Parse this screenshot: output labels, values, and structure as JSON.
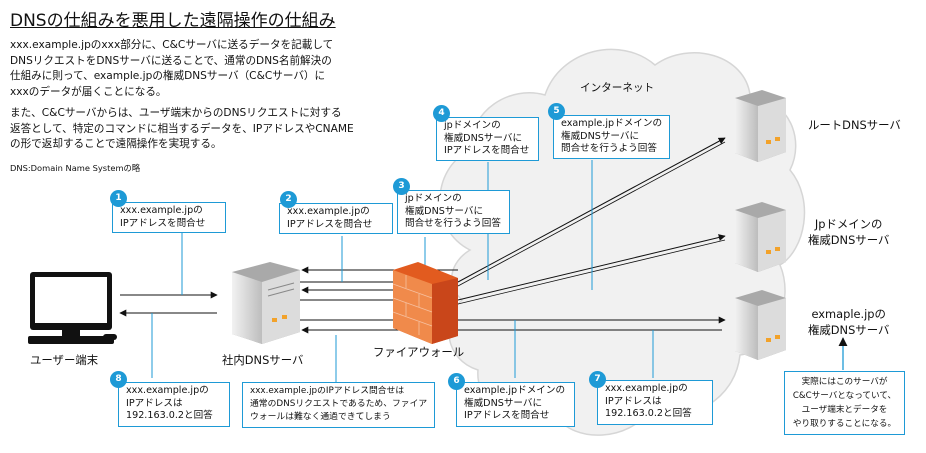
{
  "title": "DNSの仕組みを悪用した遠隔操作の仕組み",
  "paragraph1": [
    "xxx.example.jpのxxx部分に、C&Cサーバに送るデータを記載して",
    "DNSリクエストをDNSサーバに送ることで、通常のDNS名前解決の",
    "仕組みに則って、example.jpの権威DNSサーバ（C&Cサーバ）に",
    "xxxのデータが届くことになる。"
  ],
  "paragraph2": [
    "また、C&Cサーバからは、ユーザ端末からのDNSリクエストに対する",
    "返答として、特定のコマンドに相当するデータを、IPアドレスやCNAME",
    "の形で返却することで遠隔操作を実現する。"
  ],
  "footnote": "DNS:Domain Name Systemの略",
  "internet_label": "インターネット",
  "nodes": {
    "user": "ユーザー端末",
    "internal_dns": "社内DNSサーバ",
    "firewall": "ファイアウォール",
    "root_dns": "ルートDNSサーバ",
    "jp_dns": [
      "Jpドメインの",
      "権威DNSサーバ"
    ],
    "example_dns": [
      "exmaple.jpの",
      "権威DNSサーバ"
    ]
  },
  "steps": [
    {
      "num": "1",
      "lines": [
        "xxx.example.jpの",
        "IPアドレスを問合せ"
      ]
    },
    {
      "num": "2",
      "lines": [
        "xxx.example.jpの",
        "IPアドレスを問合せ"
      ]
    },
    {
      "num": "3",
      "lines": [
        "jpドメインの",
        "権威DNSサーバに",
        "問合せを行うよう回答"
      ]
    },
    {
      "num": "4",
      "lines": [
        "jpドメインの",
        "権威DNSサーバに",
        "IPアドレスを問合せ"
      ]
    },
    {
      "num": "5",
      "lines": [
        "example.jpドメインの",
        "権威DNSサーバに",
        "問合せを行うよう回答"
      ]
    },
    {
      "num": "6",
      "lines": [
        "example.jpドメインの",
        "権威DNSサーバに",
        "IPアドレスを問合せ"
      ]
    },
    {
      "num": "7",
      "lines": [
        "xxx.example.jpの",
        "IPアドレスは",
        "192.163.0.2と回答"
      ]
    },
    {
      "num": "8",
      "lines": [
        "xxx.example.jpの",
        "IPアドレスは",
        "192.163.0.2と回答"
      ]
    }
  ],
  "firewall_note": [
    "xxx.example.jpのIPアドレス問合せは",
    "通常のDNSリクエストであるため、ファイア",
    "ウォールは難なく通過できてしまう"
  ],
  "cc_note": [
    "実際にはこのサーバが",
    "C&Cサーバとなっていて、",
    "ユーザ端末とデータを",
    "やり取りすることになる。"
  ]
}
